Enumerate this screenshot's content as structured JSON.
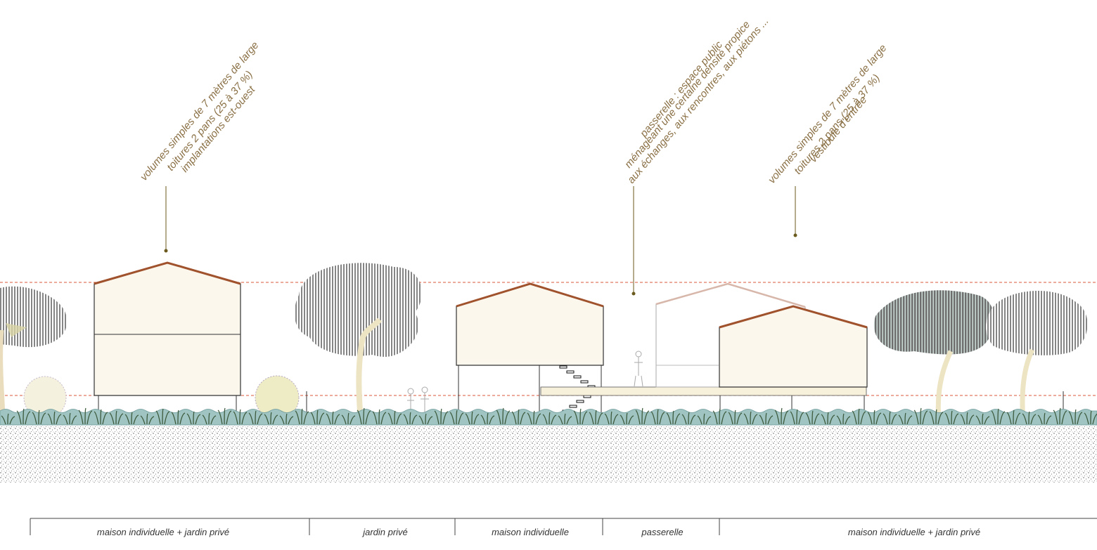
{
  "annotations": [
    {
      "id": "left-houses",
      "lines": [
        "volumes simples de 7 mètres de large",
        "toitures 2 pans (25 à 37 %)",
        "implantations est-ouest"
      ]
    },
    {
      "id": "footbridge",
      "lines": [
        "passerelle : espace public",
        "ménageant une certaine densité propice",
        "aux échanges, aux rencontres, aux piétons ..."
      ]
    },
    {
      "id": "right-houses",
      "lines": [
        "volumes simples de 7 mètres de large",
        "toitures 2 pans (25 à 37 %)",
        "vestibule d'entrée"
      ]
    }
  ],
  "zones": [
    {
      "label": "maison individuelle + jardin privé"
    },
    {
      "label": "jardin privé"
    },
    {
      "label": "maison individuelle"
    },
    {
      "label": "passerelle"
    },
    {
      "label": "maison individuelle + jardin privé"
    }
  ],
  "colors": {
    "roof": "#a0522d",
    "wall_fill": "#fbf7ec",
    "reference_line": "#d9573a",
    "leader": "#6b5a1e",
    "ground_band": "#9fc4c2",
    "soil_dots": "#555555",
    "tree_canopy": "#888888",
    "tree_trunk": "#f0e6c8"
  }
}
